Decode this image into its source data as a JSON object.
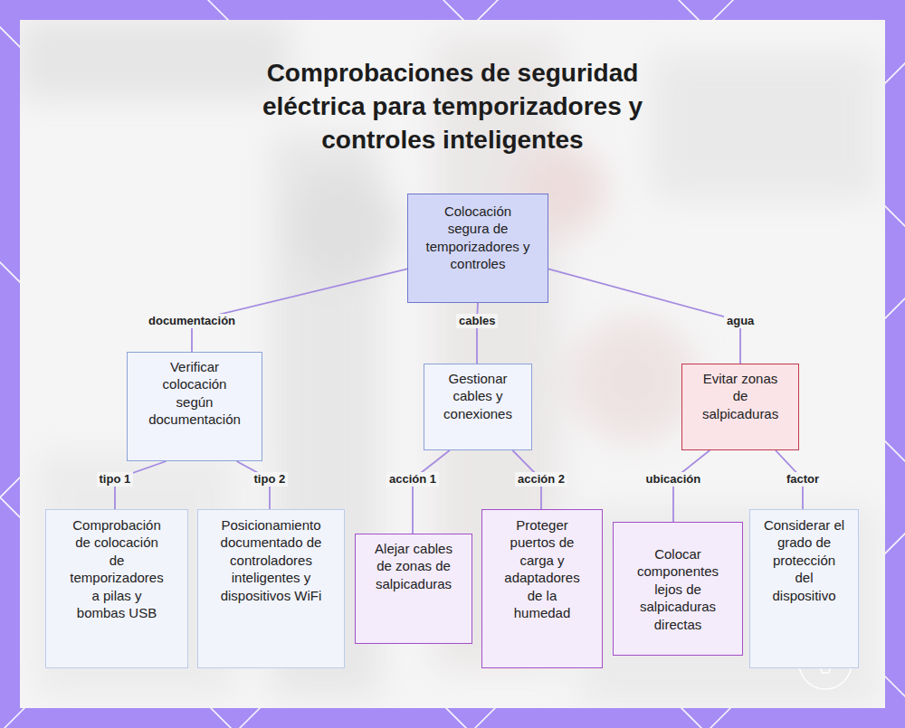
{
  "diagram": {
    "title": "Comprobaciones de seguridad eléctrica para temporizadores y controles inteligentes",
    "nodes": [
      {
        "text": [
          "Colocación segura de temporizadores y controles"
        ]
      },
      {
        "text": [
          "Verificar colocación según documentación"
        ]
      },
      {
        "text": [
          "Gestionar cables y conexiones"
        ]
      },
      {
        "text": [
          "Evitar zonas de salpicaduras"
        ]
      },
      {
        "text": [
          "Comprobación de colocación de temporizadores a pilas y bombas USB"
        ]
      },
      {
        "text": [
          "Posicionamiento documentado de controladores inteligentes y dispositivos WiFi"
        ]
      },
      {
        "text": [
          "Alejar cables de zonas de salpicaduras"
        ]
      },
      {
        "text": [
          "Proteger puertos de carga y adaptadores de la humedad"
        ]
      },
      {
        "text": [
          "Colocar componentes lejos de salpicaduras directas"
        ]
      },
      {
        "text": [
          "Considerar el grado de protección del dispositivo"
        ]
      }
    ],
    "edges": [
      {
        "from": 0,
        "to": 1,
        "label": "documentación",
        "arrow": "none"
      },
      {
        "from": 0,
        "to": 2,
        "label": "cables",
        "arrow": "none"
      },
      {
        "from": 0,
        "to": 3,
        "label": "agua",
        "arrow": "none"
      },
      {
        "from": 1,
        "to": 4,
        "label": "tipo 1",
        "arrow": "none"
      },
      {
        "from": 1,
        "to": 5,
        "label": "tipo 2",
        "arrow": "none"
      },
      {
        "from": 2,
        "to": 6,
        "label": "acción 1",
        "arrow": "none"
      },
      {
        "from": 2,
        "to": 7,
        "label": "acción 2",
        "arrow": "none"
      },
      {
        "from": 3,
        "to": 8,
        "label": "ubicación",
        "arrow": "none"
      },
      {
        "from": 3,
        "to": 9,
        "label": "factor",
        "arrow": "none"
      }
    ]
  }
}
